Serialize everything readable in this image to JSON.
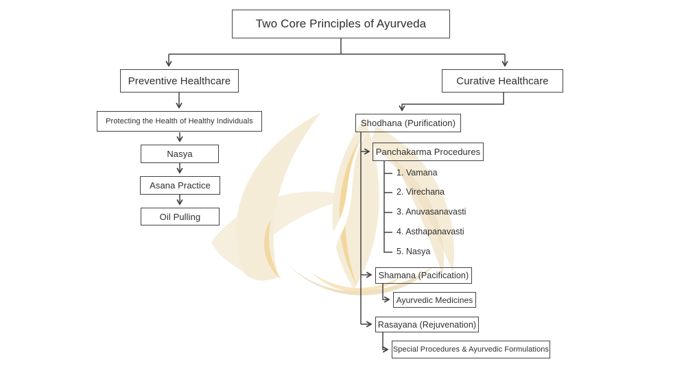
{
  "diagram_type": "flowchart",
  "colors": {
    "line": "#414141",
    "text": "#2d2d2d",
    "background": "#ffffff",
    "watermark_cream": "#f5ecd8",
    "watermark_beige": "#eee0c2",
    "watermark_gold": "#f2d79d"
  },
  "nodes": {
    "title": "Two Core Principles of Ayurveda",
    "preventive": "Preventive Healthcare",
    "curative": "Curative Healthcare",
    "protecting": "Protecting the Health of Healthy Individuals",
    "nasya": "Nasya",
    "asana": "Asana Practice",
    "oil_pulling": "Oil Pulling",
    "shodhana": "Shodhana (Purification)",
    "panchakarma": "Panchakarma Procedures",
    "panchakarma_items": [
      "1. Vamana",
      "2. Virechana",
      "3. Anuvasanavasti",
      "4. Asthapanavasti",
      "5. Nasya"
    ],
    "shamana": "Shamana (Pacification)",
    "ayurvedic_medicines": "Ayurvedic Medicines",
    "rasayana": "Rasayana (Rejuvenation)",
    "special_procedures": "Special Procedures & Ayurvedic Formulations"
  }
}
